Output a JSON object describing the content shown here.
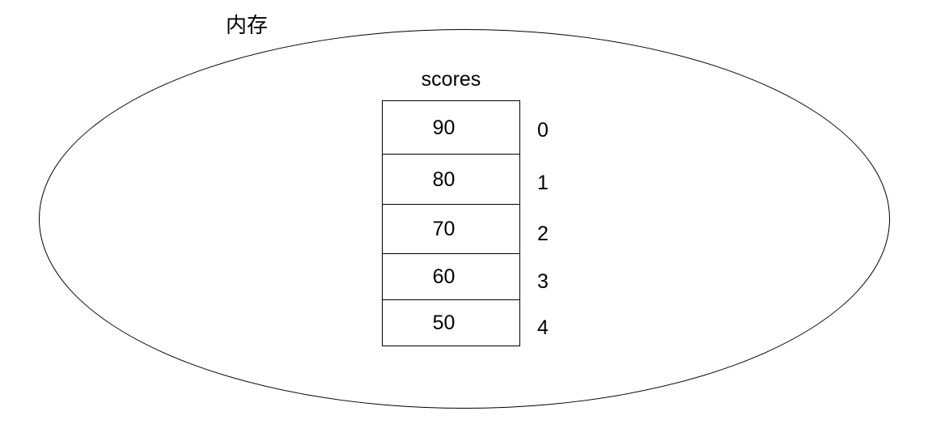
{
  "diagram": {
    "memory_region": {
      "label": "内存",
      "shape": "ellipse",
      "stroke_color": "#000000",
      "fill_color": "#ffffff"
    },
    "array": {
      "name": "scores",
      "border_color": "#000000",
      "cells": [
        {
          "value": "90",
          "index": "0"
        },
        {
          "value": "80",
          "index": "1"
        },
        {
          "value": "70",
          "index": "2"
        },
        {
          "value": "60",
          "index": "3"
        },
        {
          "value": "50",
          "index": "4"
        }
      ]
    }
  }
}
